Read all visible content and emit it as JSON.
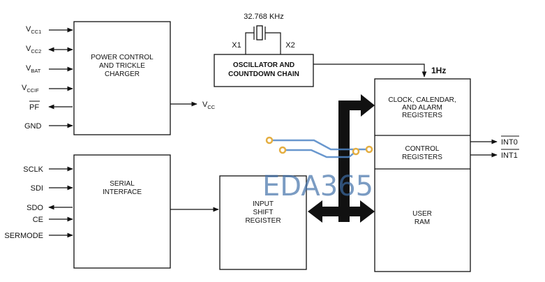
{
  "diagram": {
    "crystal": {
      "frequency": "32.768 KHz",
      "x1": "X1",
      "x2": "X2"
    },
    "blocks": {
      "power": [
        "POWER CONTROL",
        "AND TRICKLE",
        "CHARGER"
      ],
      "oscillator": [
        "OSCILLATOR AND",
        "COUNTDOWN CHAIN"
      ],
      "serial": [
        "SERIAL",
        "INTERFACE"
      ],
      "shift": [
        "INPUT",
        "SHIFT",
        "REGISTER"
      ],
      "clock": [
        "CLOCK, CALENDAR,",
        "AND ALARM",
        "REGISTERS"
      ],
      "control": [
        "CONTROL",
        "REGISTERS"
      ],
      "ram": [
        "USER",
        "RAM"
      ]
    },
    "power_pins": {
      "vcc1": {
        "main": "V",
        "sub": "CC1"
      },
      "vcc2": {
        "main": "V",
        "sub": "CC2"
      },
      "vbat": {
        "main": "V",
        "sub": "BAT"
      },
      "vccif": {
        "main": "V",
        "sub": "CCIF"
      },
      "pf": "PF",
      "gnd": "GND"
    },
    "vcc_out": {
      "main": "V",
      "sub": "CC"
    },
    "serial_pins": {
      "sclk": "SCLK",
      "sdi": "SDI",
      "sdo": "SDO",
      "ce": "CE",
      "sermode": "SERMODE"
    },
    "hz_label": "1Hz",
    "outputs": {
      "int0": "INT0",
      "int1": "INT1"
    }
  },
  "watermark": {
    "text": "EDA365"
  },
  "colors": {
    "ink": "#111111",
    "watermark_text": "#3d6ea8",
    "watermark_circuit": "#4f86c6",
    "watermark_node": "#e0a020"
  }
}
